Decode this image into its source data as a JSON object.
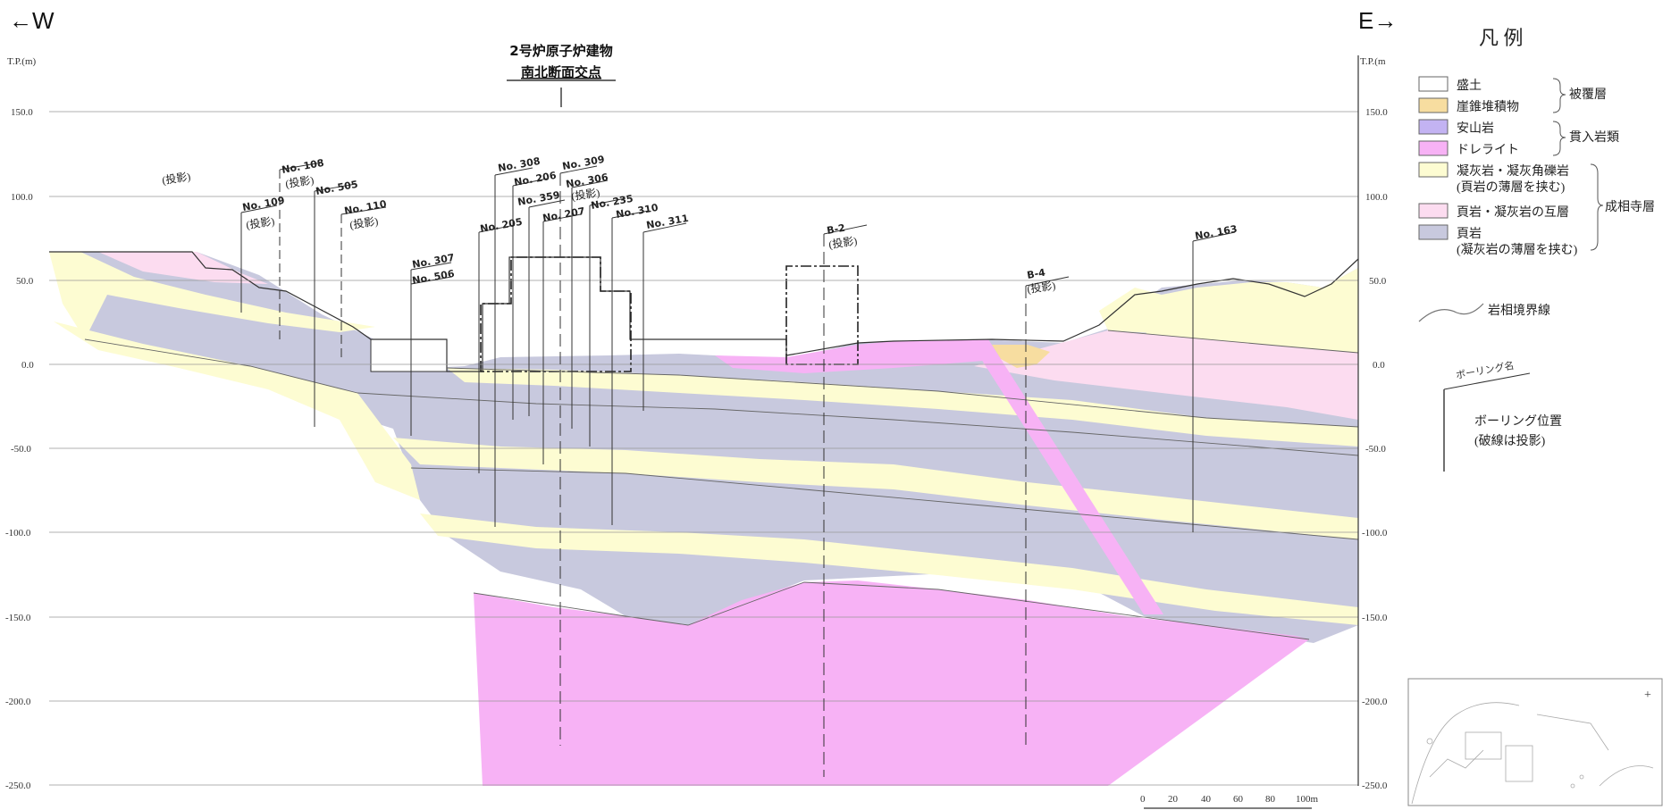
{
  "header": {
    "west_label": "←W",
    "east_label": "E→",
    "axis_unit_left": "T.P.(m)",
    "axis_unit_right": "T.P.(m",
    "reactor_label_line1": "2号炉原子炉建物",
    "reactor_label_line2": "南北断面交点"
  },
  "axis": {
    "ticks": [
      "150.0",
      "100.0",
      "50.0",
      "0.0",
      "-50.0",
      "-100.0",
      "-150.0",
      "-200.0",
      "-250.0"
    ]
  },
  "boreholes": {
    "no109": "No. 109",
    "no108": "No. 108",
    "no505": "No. 505",
    "no110": "No. 110",
    "no307": "No. 307",
    "no506": "No. 506",
    "no205": "No. 205",
    "no308": "No. 308",
    "no206": "No. 206",
    "no359": "No. 359",
    "no207": "No. 207",
    "no309": "No. 309",
    "no306": "No. 306",
    "no235": "No. 235",
    "no310": "No. 310",
    "no311": "No. 311",
    "b2": "B-2",
    "b4": "B-4",
    "no163": "No. 163"
  },
  "projection_label": "(投影)",
  "legend": {
    "title": "凡 例",
    "items": [
      {
        "label": "盛土",
        "color": "#ffffff"
      },
      {
        "label": "崖錐堆積物",
        "color": "#f7dda0"
      },
      {
        "label": "安山岩",
        "color": "#c3b3f2"
      },
      {
        "label": "ドレライト",
        "color": "#f7b2f5"
      },
      {
        "label": "凝灰岩・凝灰角礫岩",
        "sub": "(頁岩の薄層を挟む)",
        "color": "#fdfcd2"
      },
      {
        "label": "頁岩・凝灰岩の互層",
        "color": "#fcdcf0"
      },
      {
        "label": "頁岩",
        "sub": "(凝灰岩の薄層を挟む)",
        "color": "#c8c9de"
      }
    ],
    "groups": [
      "被覆層",
      "貫入岩類",
      "成相寺層"
    ],
    "boundary_label": "岩相境界線",
    "boring_name_label": "ボーリング名",
    "boring_pos_line1": "ボーリング位置",
    "boring_pos_line2": "(破線は投影)"
  },
  "scale": {
    "labels": [
      "0",
      "20",
      "40",
      "60",
      "80",
      "100m"
    ]
  },
  "colors": {
    "fill_earth": "#ffffff",
    "talus": "#f7dda0",
    "dolerite": "#f7b2f5",
    "tuff": "#fdfcd2",
    "alternation": "#fcdcf0",
    "shale": "#c8c9de"
  }
}
